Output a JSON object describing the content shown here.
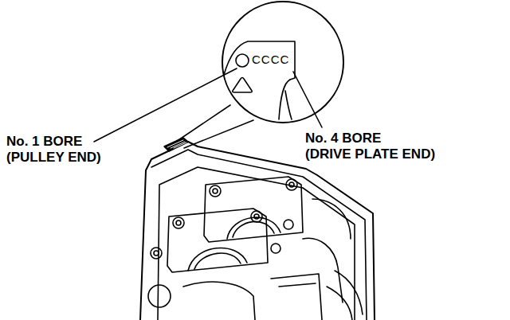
{
  "diagram": {
    "labels": [
      "CCCC",
      "No. 1 BORE (PULLEY END)",
      "No. 4 BORE (DRIVE PLATE END)"
    ]
  }
}
